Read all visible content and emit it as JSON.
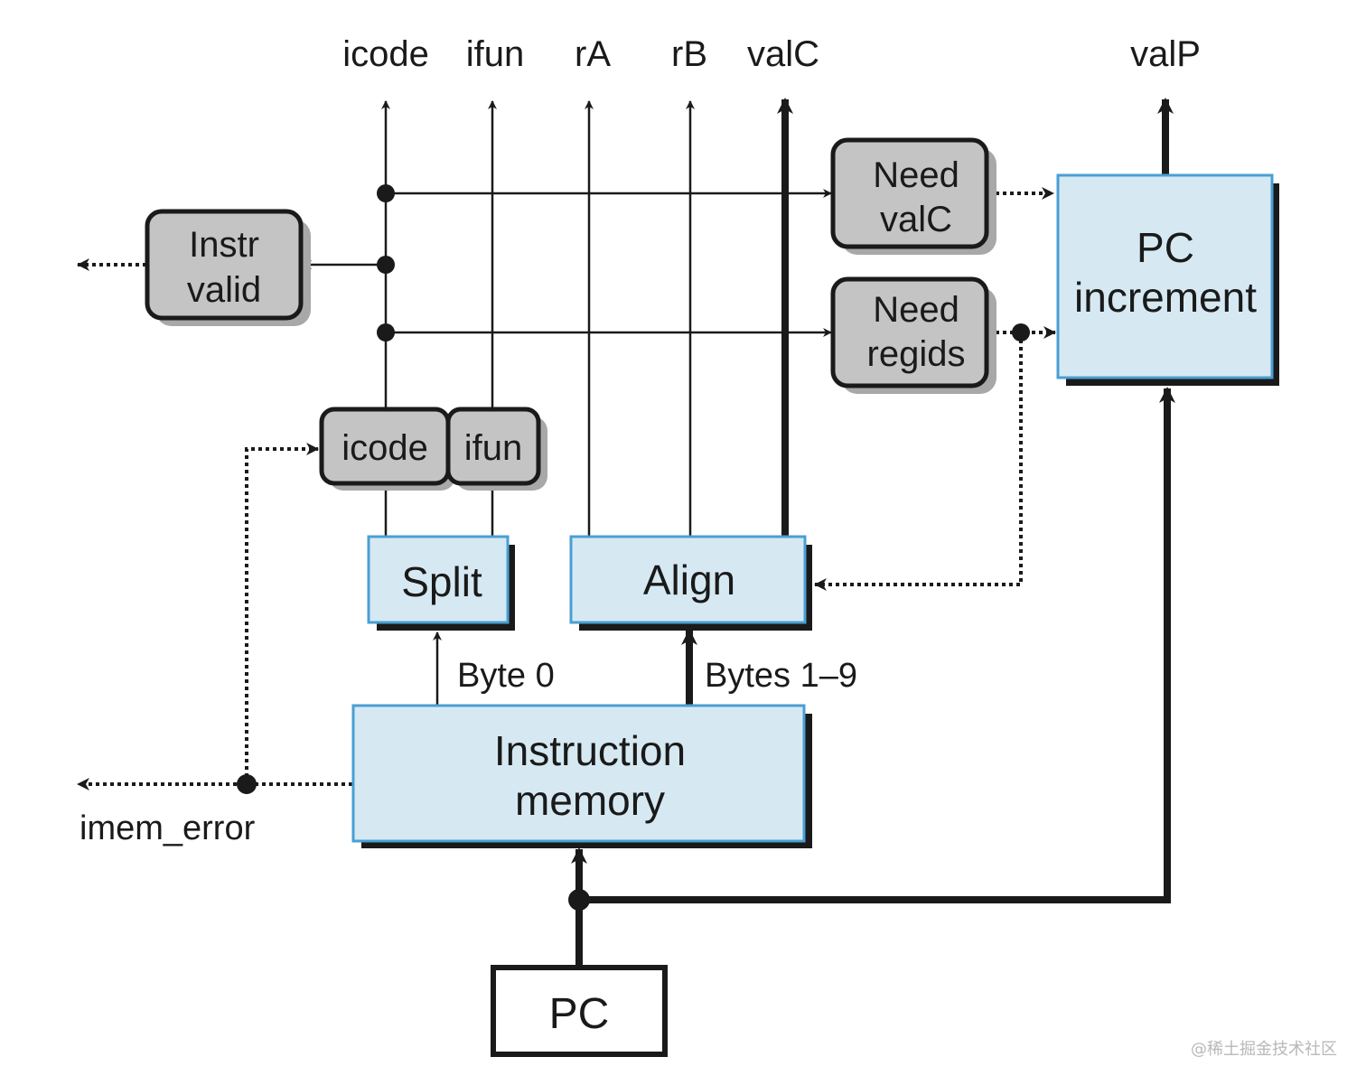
{
  "diagram": {
    "outputs": {
      "icode": "icode",
      "ifun": "ifun",
      "rA": "rA",
      "rB": "rB",
      "valC": "valC",
      "valP": "valP"
    },
    "blocks": {
      "instr_valid": [
        "Instr",
        "valid"
      ],
      "need_valc": [
        "Need",
        "valC"
      ],
      "need_regids": [
        "Need",
        "regids"
      ],
      "pc_increment": [
        "PC",
        "increment"
      ],
      "icode_reg": "icode",
      "ifun_reg": "ifun",
      "split": "Split",
      "align": "Align",
      "instruction_memory": [
        "Instruction",
        "memory"
      ],
      "pc": "PC"
    },
    "signals": {
      "byte0": "Byte 0",
      "bytes1_9": "Bytes 1–9",
      "imem_error": "imem_error"
    },
    "colors": {
      "logic_fill": "#c4c4c4",
      "hw_fill": "#d6e9f2",
      "hw_border": "#4a9fd4",
      "line": "#1a1a1a"
    }
  },
  "watermark": "@稀土掘金技术社区"
}
